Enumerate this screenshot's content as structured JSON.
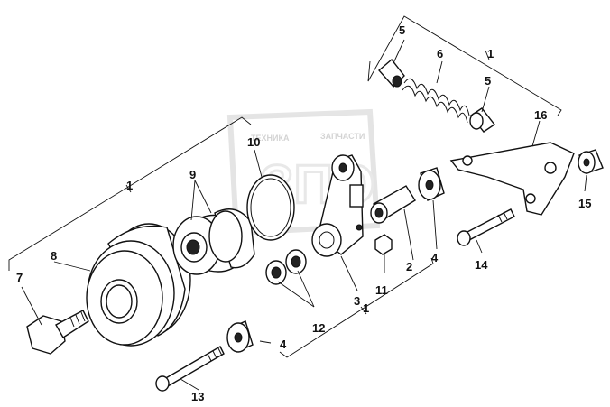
{
  "watermark": {
    "left_text": "ТЕХНИКА",
    "right_text": "ЗАПЧАСТИ"
  },
  "callouts": [
    {
      "id": "c1a",
      "label": "1"
    },
    {
      "id": "c1b",
      "label": "1"
    },
    {
      "id": "c1c",
      "label": "1"
    },
    {
      "id": "c2",
      "label": "2"
    },
    {
      "id": "c3",
      "label": "3"
    },
    {
      "id": "c4a",
      "label": "4"
    },
    {
      "id": "c4b",
      "label": "4"
    },
    {
      "id": "c5a",
      "label": "5"
    },
    {
      "id": "c5b",
      "label": "5"
    },
    {
      "id": "c6",
      "label": "6"
    },
    {
      "id": "c7",
      "label": "7"
    },
    {
      "id": "c8",
      "label": "8"
    },
    {
      "id": "c9",
      "label": "9"
    },
    {
      "id": "c10",
      "label": "10"
    },
    {
      "id": "c11",
      "label": "11"
    },
    {
      "id": "c12",
      "label": "12"
    },
    {
      "id": "c13",
      "label": "13"
    },
    {
      "id": "c14",
      "label": "14"
    },
    {
      "id": "c15",
      "label": "15"
    },
    {
      "id": "c16",
      "label": "16"
    }
  ]
}
